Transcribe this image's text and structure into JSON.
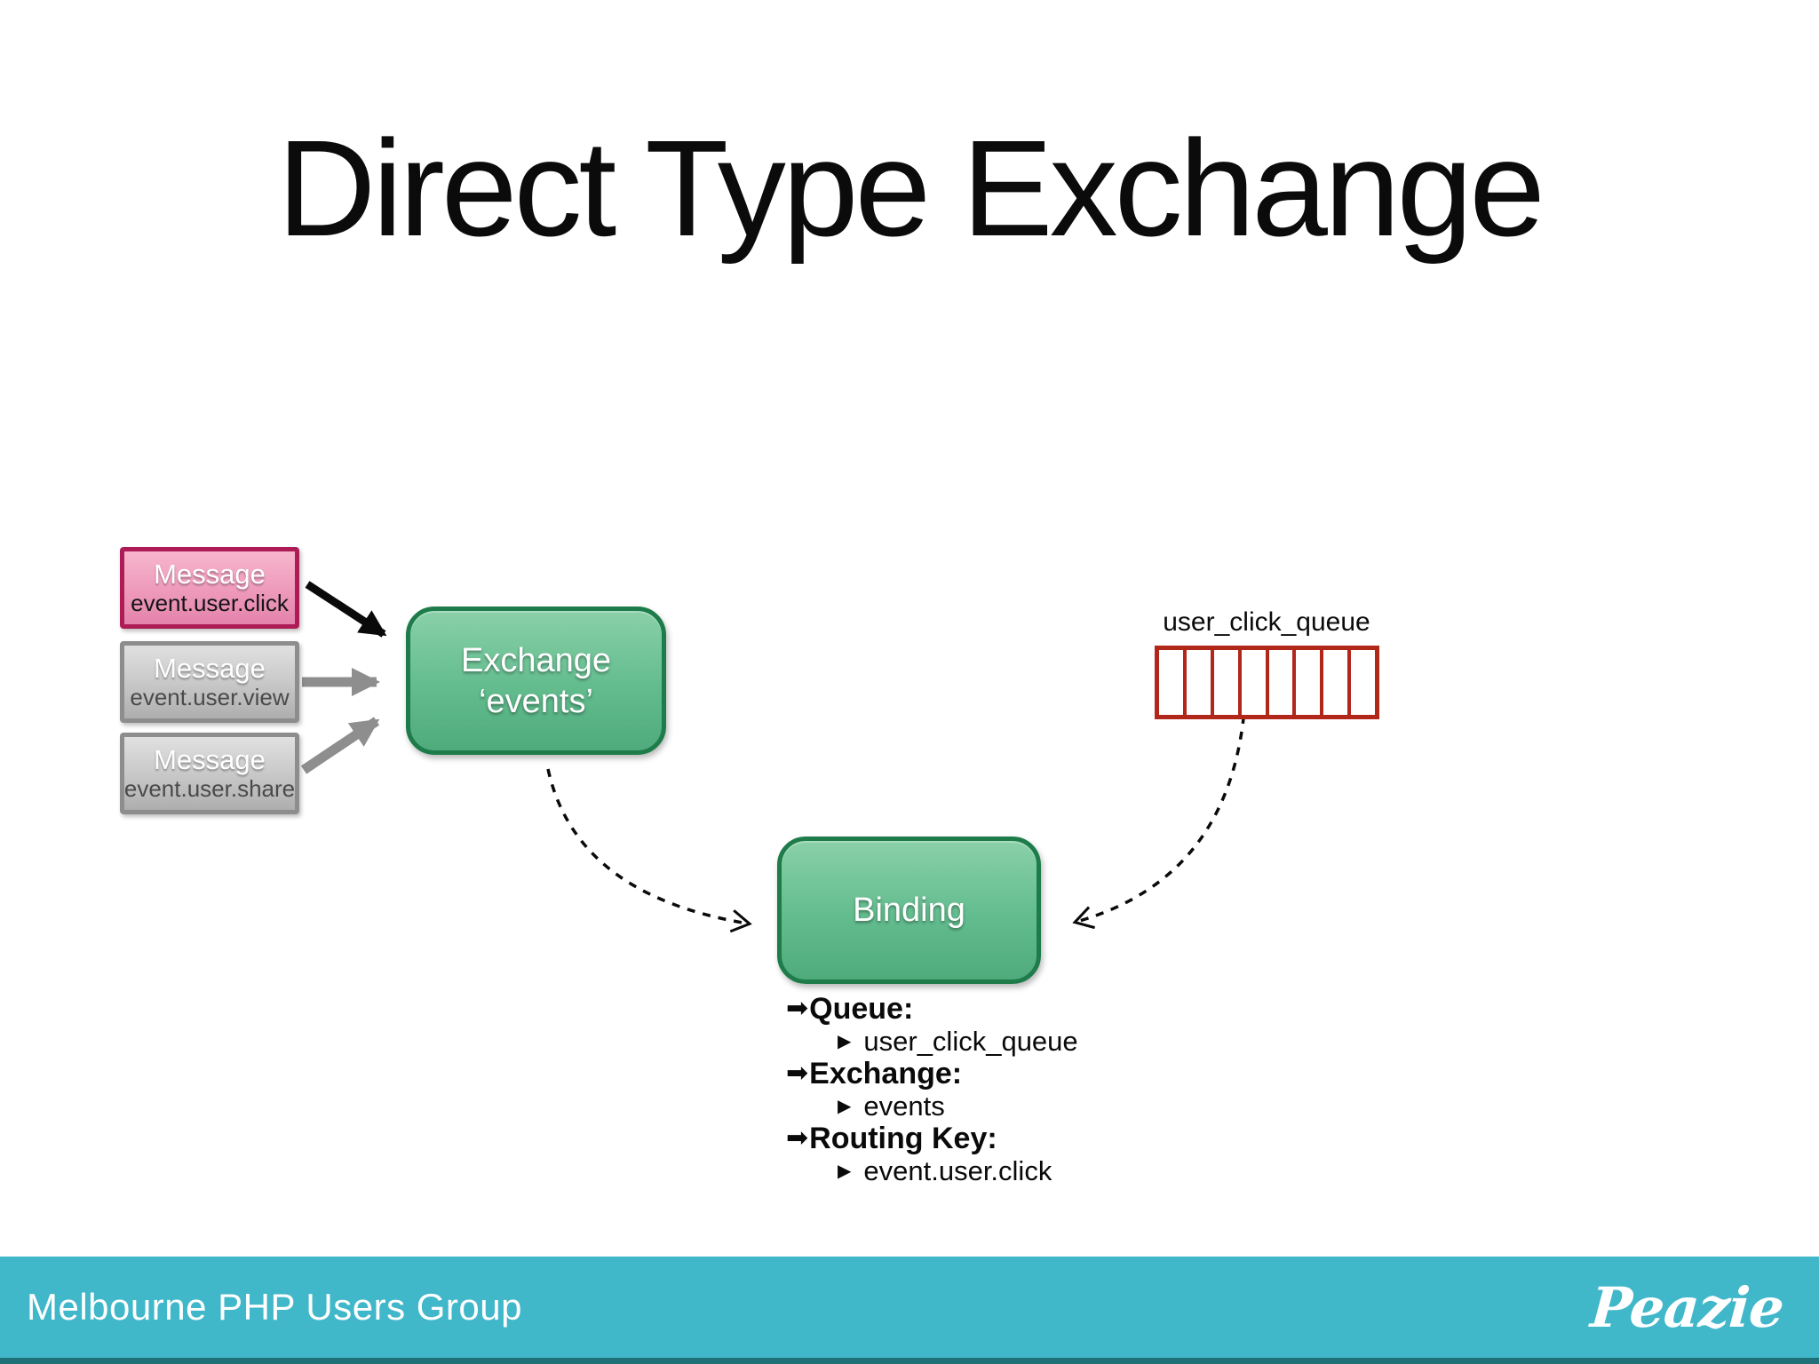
{
  "slide": {
    "title": "Direct Type Exchange",
    "footer": {
      "left": "Melbourne PHP Users Group",
      "right": "Peazie"
    }
  },
  "messages": [
    {
      "label": "Message",
      "routing_key": "event.user.click",
      "variant": "pink"
    },
    {
      "label": "Message",
      "routing_key": "event.user.view",
      "variant": "gray"
    },
    {
      "label": "Message",
      "routing_key": "event.user.share",
      "variant": "gray"
    }
  ],
  "exchange": {
    "label": "Exchange",
    "name": "‘events’"
  },
  "binding": {
    "label": "Binding"
  },
  "queue": {
    "label": "user_click_queue",
    "cells": 8
  },
  "binding_details": [
    {
      "key": "Queue:",
      "value": "user_click_queue"
    },
    {
      "key": "Exchange:",
      "value": "events"
    },
    {
      "key": "Routing Key:",
      "value": "event.user.click"
    }
  ],
  "bullets": {
    "level1": "➡",
    "level2": "▶"
  },
  "colors": {
    "node_green": "#4faa7c",
    "node_green_border": "#1e7c4a",
    "message_pink": "#ef9cbc",
    "message_pink_border": "#ae1b56",
    "message_gray": "#c9c9c9",
    "message_gray_border": "#8d8d8d",
    "queue_red": "#b1281b",
    "footer_teal": "#41b7ca",
    "footer_edge": "#20707a",
    "arrow_black": "#0a0a0a",
    "arrow_gray": "#8e8e8e"
  }
}
